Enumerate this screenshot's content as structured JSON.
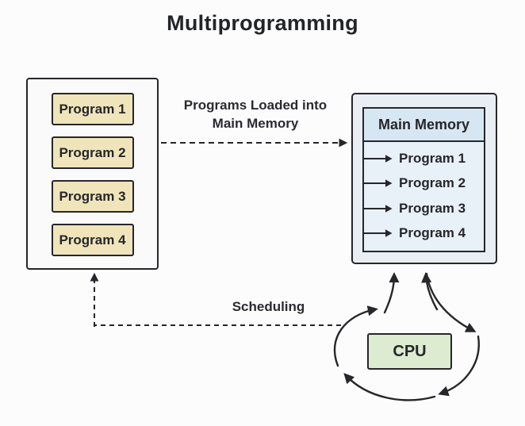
{
  "title": "Multiprogramming",
  "pool": {
    "items": [
      "Program 1",
      "Program 2",
      "Program 3",
      "Program 4"
    ]
  },
  "load_arrow": {
    "label_line1": "Programs Loaded into",
    "label_line2": "Main Memory"
  },
  "main_memory": {
    "title": "Main Memory",
    "items": [
      "Program 1",
      "Program 2",
      "Program 3",
      "Program 4"
    ]
  },
  "scheduling": {
    "label": "Scheduling"
  },
  "cpu": {
    "label": "CPU"
  },
  "colors": {
    "ink": "#26262b",
    "program_chip_fill": "#f0e5ba",
    "memory_outer_fill": "#e9eef5",
    "memory_header_fill": "#d7e6f3",
    "memory_list_fill": "#e8f1f8",
    "cpu_fill": "#ddebd1",
    "background": "#fcfcfc"
  }
}
